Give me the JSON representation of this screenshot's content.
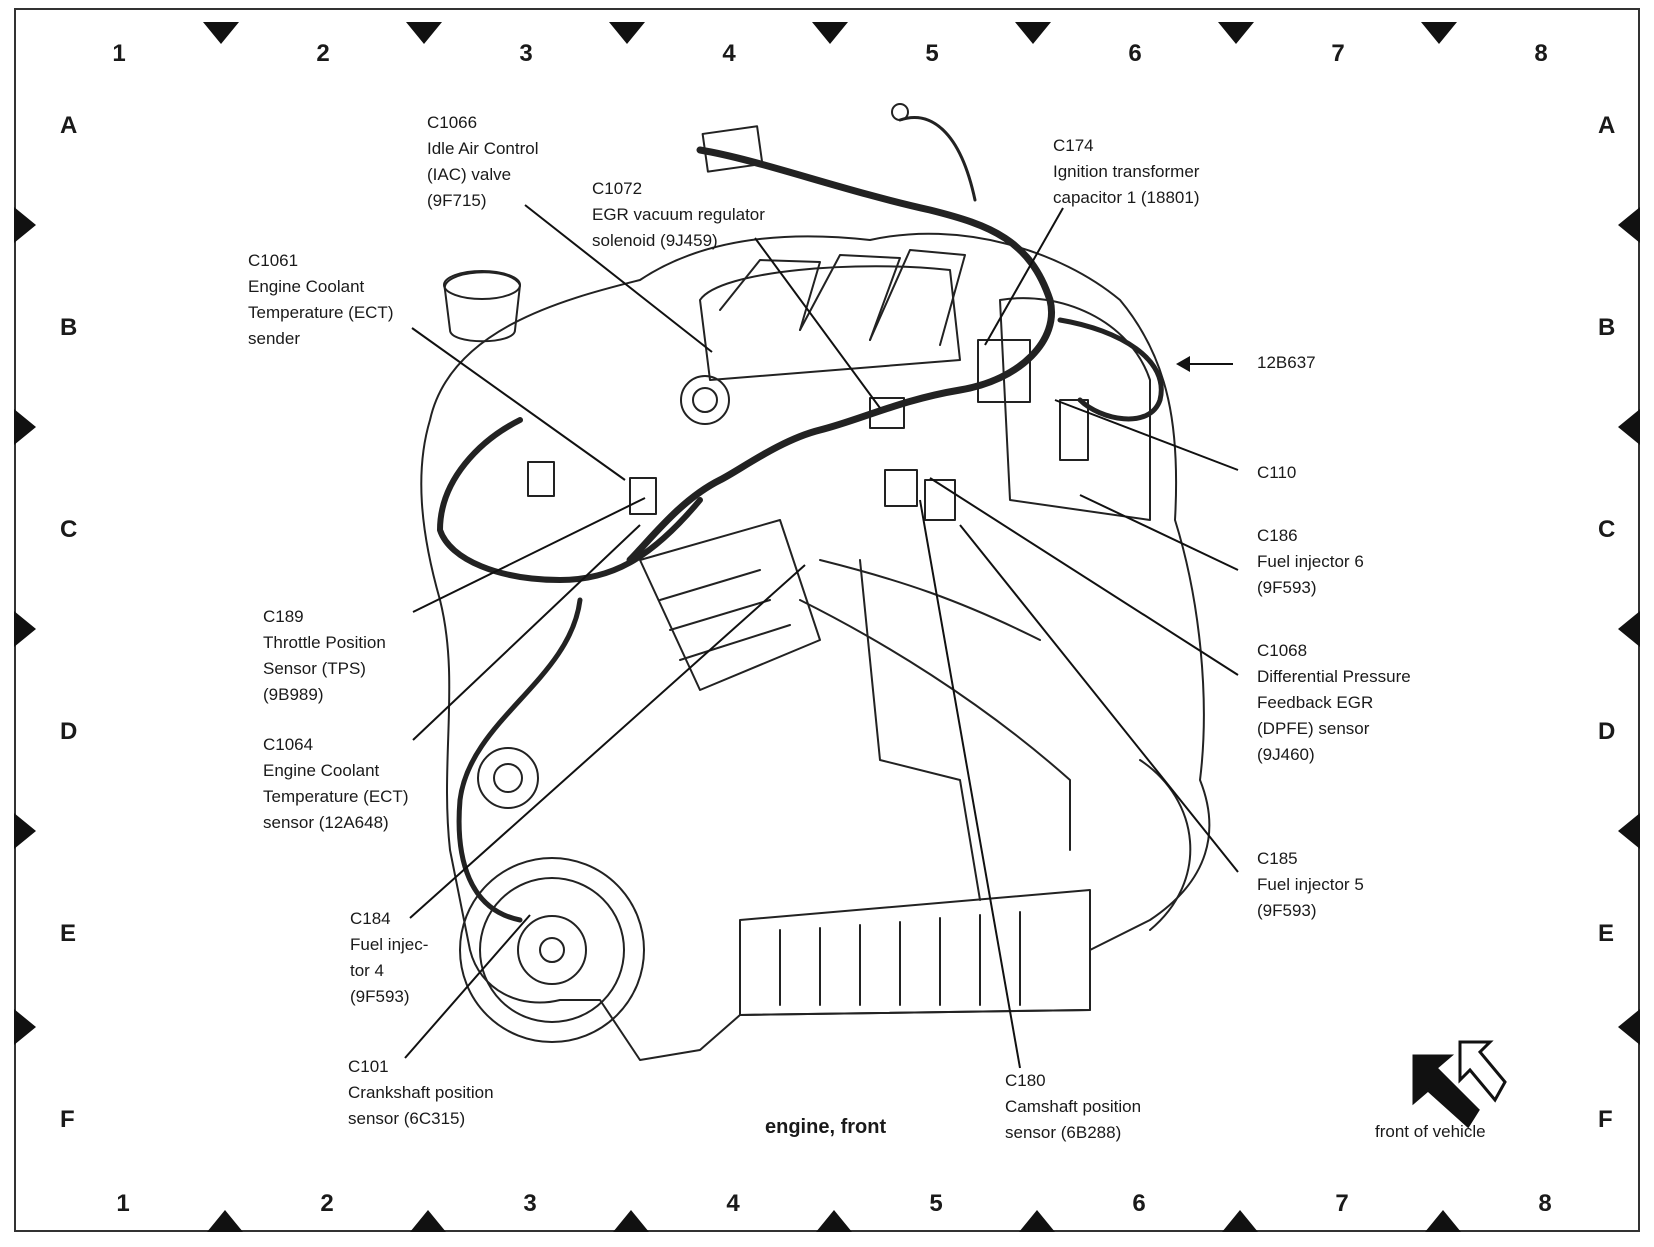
{
  "grid": {
    "columns": [
      "1",
      "2",
      "3",
      "4",
      "5",
      "6",
      "7",
      "8"
    ],
    "rows": [
      "A",
      "B",
      "C",
      "D",
      "E",
      "F"
    ]
  },
  "callouts": {
    "c1066": [
      "C1066",
      "Idle Air Control",
      "(IAC) valve",
      "(9F715)"
    ],
    "c1072": [
      "C1072",
      "EGR vacuum regulator",
      "solenoid (9J459)"
    ],
    "c174": [
      "C174",
      "Ignition transformer",
      "capacitor 1 (18801)"
    ],
    "c1061": [
      "C1061",
      "Engine Coolant",
      "Temperature (ECT)",
      "sender"
    ],
    "c12b637": [
      "12B637"
    ],
    "c110": [
      "C110"
    ],
    "c186": [
      "C186",
      "Fuel injector 6",
      "(9F593)"
    ],
    "c189": [
      "C189",
      "Throttle Position",
      "Sensor (TPS)",
      "(9B989)"
    ],
    "c1068": [
      "C1068",
      "Differential Pressure",
      "Feedback EGR",
      "(DPFE) sensor",
      "(9J460)"
    ],
    "c1064": [
      "C1064",
      "Engine Coolant",
      "Temperature (ECT)",
      "sensor (12A648)"
    ],
    "c185": [
      "C185",
      "Fuel injector 5",
      "(9F593)"
    ],
    "c184": [
      "C184",
      "Fuel injec-",
      "tor 4",
      "(9F593)"
    ],
    "c101": [
      "C101",
      "Crankshaft position",
      "sensor (6C315)"
    ],
    "c180": [
      "C180",
      "Camshaft position",
      "sensor (6B288)"
    ]
  },
  "caption": "engine, front",
  "front_of_vehicle": "front of vehicle"
}
